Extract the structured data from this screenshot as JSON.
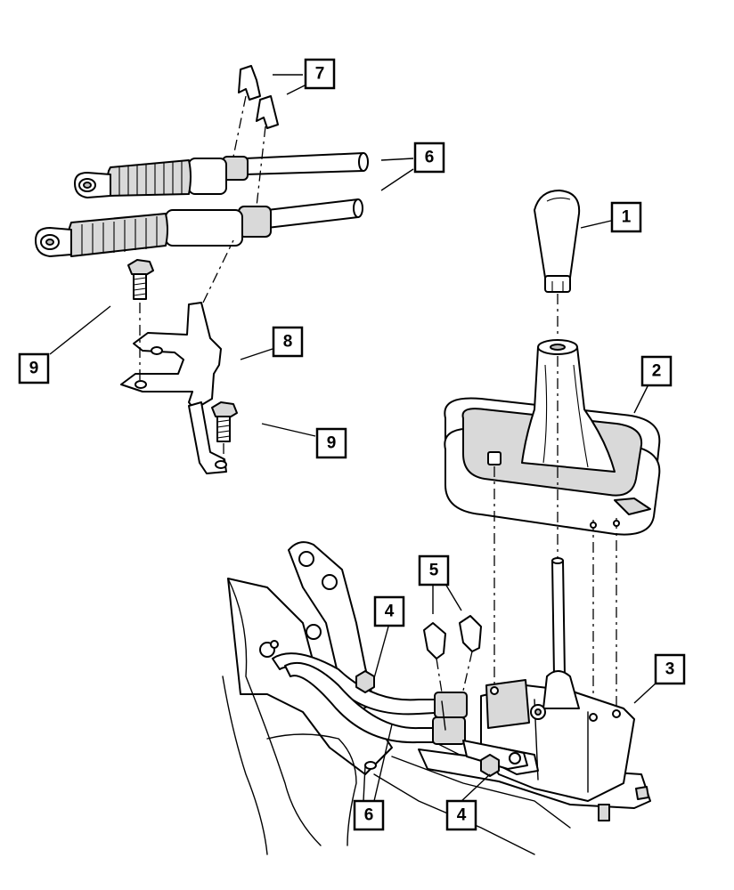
{
  "callouts": [
    {
      "id": "c1",
      "label": "1"
    },
    {
      "id": "c2",
      "label": "2"
    },
    {
      "id": "c3",
      "label": "3"
    },
    {
      "id": "c4a",
      "label": "4"
    },
    {
      "id": "c4b",
      "label": "4"
    },
    {
      "id": "c5",
      "label": "5"
    },
    {
      "id": "c6a",
      "label": "6"
    },
    {
      "id": "c6b",
      "label": "6"
    },
    {
      "id": "c7",
      "label": "7"
    },
    {
      "id": "c8",
      "label": "8"
    },
    {
      "id": "c9a",
      "label": "9"
    },
    {
      "id": "c9b",
      "label": "9"
    }
  ]
}
